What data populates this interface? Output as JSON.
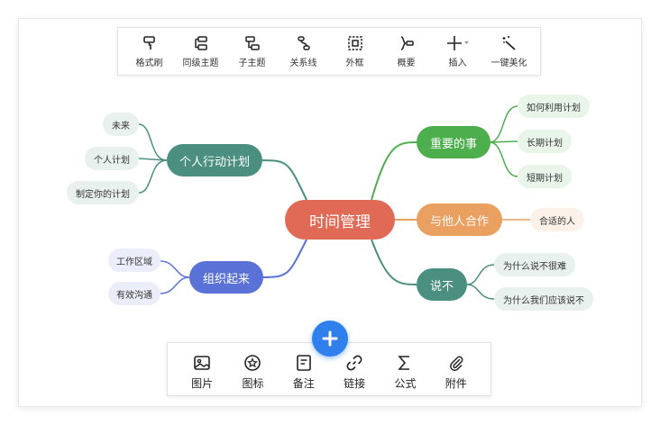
{
  "toolbar": {
    "items": [
      {
        "label": "格式刷",
        "icon": "format-brush-icon"
      },
      {
        "label": "同级主题",
        "icon": "sibling-topic-icon"
      },
      {
        "label": "子主题",
        "icon": "subtopic-icon"
      },
      {
        "label": "关系线",
        "icon": "relation-line-icon"
      },
      {
        "label": "外框",
        "icon": "boundary-icon"
      },
      {
        "label": "概要",
        "icon": "summary-icon"
      },
      {
        "label": "插入",
        "icon": "insert-icon"
      },
      {
        "label": "一键美化",
        "icon": "magic-wand-icon"
      }
    ]
  },
  "mindmap": {
    "root": "时间管理",
    "branches": {
      "personal_plan": {
        "label": "个人行动计划",
        "color": "#4a8f80",
        "children": [
          "未来",
          "个人计划",
          "制定你的计划"
        ]
      },
      "organize": {
        "label": "组织起来",
        "color": "#5a72d8",
        "children": [
          "工作区域",
          "有效沟通"
        ]
      },
      "important": {
        "label": "重要的事",
        "color": "#4cae4c",
        "children": [
          "如何利用计划",
          "长期计划",
          "短期计划"
        ]
      },
      "cooperate": {
        "label": "与他人合作",
        "color": "#e9a060",
        "children": [
          "合适的人"
        ]
      },
      "say_no": {
        "label": "说不",
        "color": "#4a8f80",
        "children": [
          "为什么说不很难",
          "为什么我们应该说不"
        ]
      }
    }
  },
  "bottombar": {
    "items": [
      {
        "label": "图片",
        "icon": "image-icon"
      },
      {
        "label": "图标",
        "icon": "sticker-icon"
      },
      {
        "label": "备注",
        "icon": "note-icon"
      },
      {
        "label": "链接",
        "icon": "link-icon"
      },
      {
        "label": "公式",
        "icon": "formula-icon"
      },
      {
        "label": "附件",
        "icon": "attachment-icon"
      }
    ]
  },
  "colors": {
    "fab": "#2f80ed",
    "root": "#e06a55"
  }
}
